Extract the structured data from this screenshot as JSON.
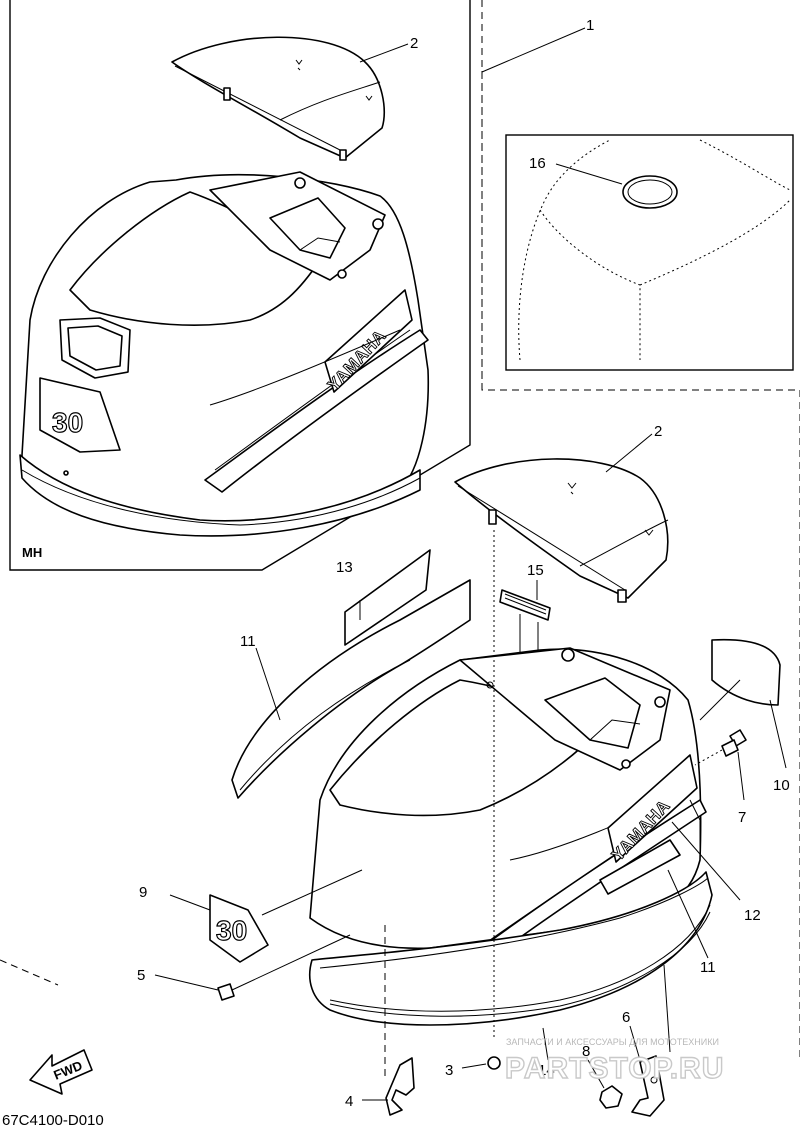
{
  "diagram": {
    "callouts": {
      "c1": "1",
      "c2_top": "2",
      "c2_main": "2",
      "c3": "3",
      "c4": "4",
      "c5": "5",
      "c6": "6",
      "c7": "7",
      "c8": "8",
      "c9": "9",
      "c10": "10",
      "c11_left": "11",
      "c11_right": "11",
      "c12": "12",
      "c13": "13",
      "c14": "14",
      "c15": "15",
      "c16": "16"
    },
    "inset_label": "MH",
    "brand_text": "YAMAHA",
    "decal_number": "30",
    "fwd_label": "FWD",
    "drawing_code": "67C4100-D010",
    "watermark_line": "ЗАПЧАСТИ И АКСЕССУАРЫ ДЛЯ МОТОТЕХНИКИ",
    "watermark_logo": "PARTSTOP.RU"
  }
}
